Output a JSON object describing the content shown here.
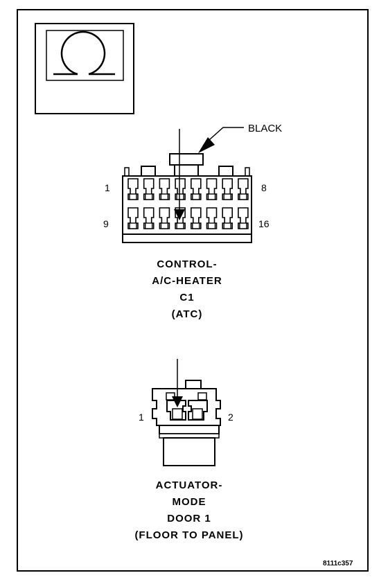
{
  "connector_c1": {
    "wire_color_label": "BLACK",
    "pin_top_left": "1",
    "pin_top_right": "8",
    "pin_bottom_left": "9",
    "pin_bottom_right": "16",
    "title_lines": [
      "CONTROL-",
      "A/C-HEATER",
      "C1",
      "(ATC)"
    ]
  },
  "connector_actuator": {
    "pin_left": "1",
    "pin_right": "2",
    "title_lines": [
      "ACTUATOR-",
      "MODE",
      "DOOR 1",
      "(FLOOR TO PANEL)"
    ]
  },
  "figure_code": "8111c357"
}
